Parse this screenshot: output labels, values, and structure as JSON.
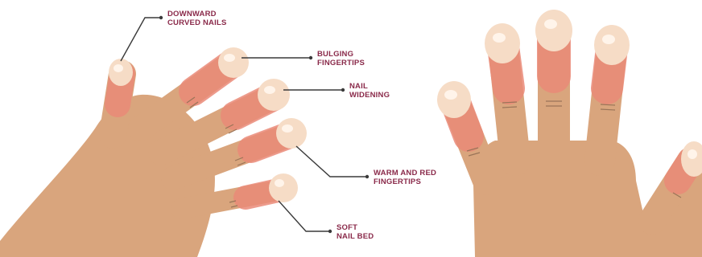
{
  "colors": {
    "skin": "#d9a57d",
    "skin_shade": "#c9916a",
    "redness": "#ea8a78",
    "nail": "#f6dcc6",
    "nail_highlight": "#fff4ea",
    "crease": "#9a7458",
    "leader": "#3a3a3a",
    "label": "#8a2a4a"
  },
  "labels": [
    {
      "id": "downward-curved-nails",
      "lines": [
        "DOWNWARD",
        "CURVED NAILS"
      ]
    },
    {
      "id": "bulging-fingertips",
      "lines": [
        "BULGING",
        "FINGERTIPS"
      ]
    },
    {
      "id": "nail-widening",
      "lines": [
        "NAIL",
        "WIDENING"
      ]
    },
    {
      "id": "warm-and-red-fingertips",
      "lines": [
        "WARM AND RED",
        "FINGERTIPS"
      ]
    },
    {
      "id": "soft-nail-bed",
      "lines": [
        "SOFT",
        "NAIL BED"
      ]
    }
  ]
}
